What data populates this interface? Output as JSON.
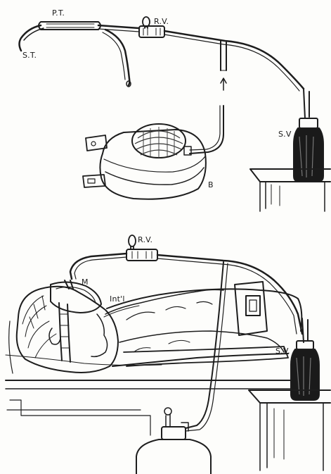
{
  "labels": {
    "pt": "P.T.",
    "st": "S.T.",
    "rv_top": "R.V.",
    "sv_top": "S.V",
    "b": "B",
    "rv_bottom": "R.V.",
    "m": "M",
    "intl": "Int'l",
    "sv_bottom": "S.V."
  },
  "colors": {
    "ink": "#1d1d1d",
    "paper": "#fdfdfb"
  }
}
